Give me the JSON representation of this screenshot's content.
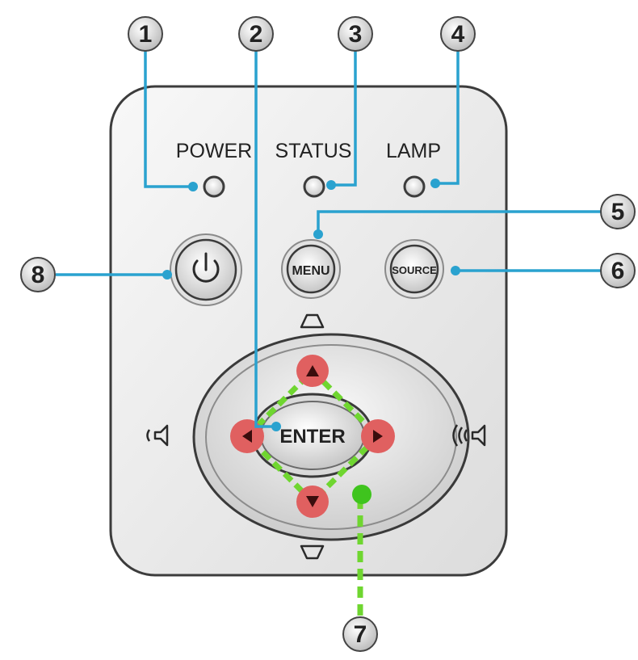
{
  "panel": {
    "indicators": [
      "POWER",
      "STATUS",
      "LAMP"
    ],
    "buttons": {
      "menu": "MENU",
      "source": "SOURCE",
      "enter": "ENTER"
    },
    "power_symbol": "power-symbol"
  },
  "callouts": [
    "1",
    "2",
    "3",
    "4",
    "5",
    "6",
    "7",
    "8"
  ],
  "colors": {
    "leader_line": "#2aa2cf",
    "arrow_button_fill": "#e06060",
    "highlight_dash": "#6fd630",
    "panel_fill": "#ebebeb",
    "panel_stroke": "#3c3c3c"
  }
}
